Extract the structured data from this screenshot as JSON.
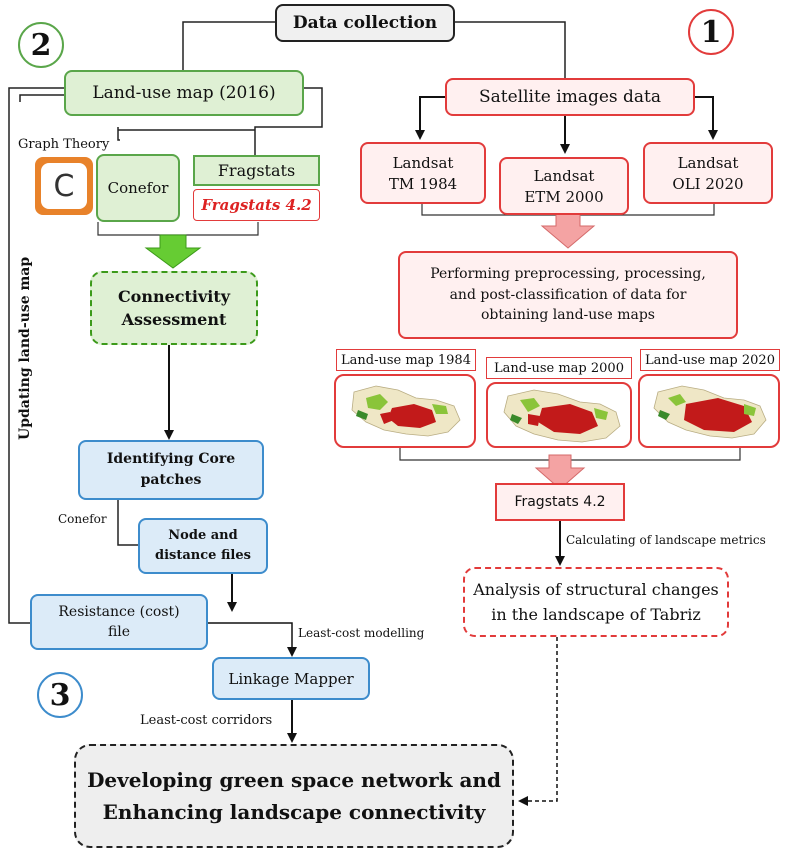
{
  "header": {
    "title": "Data collection"
  },
  "badges": {
    "one": "1",
    "two": "2",
    "three": "3"
  },
  "left": {
    "landuse_map": "Land-use map (2016)",
    "graph_theory": "Graph Theory",
    "conefor_logo": "C",
    "conefor": "Conefor",
    "fragstats": "Fragstats",
    "fragstats_logo": "Fragstats 4.2",
    "connectivity_line1": "Connectivity",
    "connectivity_line2": "Assessment",
    "core_line1": "Identifying Core",
    "core_line2": "patches",
    "conefor_label": "Conefor",
    "node_line1": "Node and",
    "node_line2": "distance files",
    "resistance_line1": "Resistance (cost)",
    "resistance_line2": "file",
    "least_cost_modelling": "Least-cost modelling",
    "linkage_mapper": "Linkage Mapper",
    "least_cost_corridors": "Least-cost corridors",
    "updating": "Updating land-use map"
  },
  "right": {
    "satellite": "Satellite images data",
    "tm_line1": "Landsat",
    "tm_line2": "TM 1984",
    "etm_line1": "Landsat",
    "etm_line2": "ETM 2000",
    "oli_line1": "Landsat",
    "oli_line2": "OLI 2020",
    "pre_line1": "Performing preprocessing, processing,",
    "pre_line2": "and post-classification of data for",
    "pre_line3": "obtaining land-use maps",
    "map1984": "Land-use map 1984",
    "map2000": "Land-use map 2000",
    "map2020": "Land-use map 2020",
    "fragstats": "Fragstats 4.2",
    "calc": "Calculating of landscape metrics",
    "analysis_line1": "Analysis of structural changes",
    "analysis_line2": "in the landscape of Tabriz"
  },
  "final": {
    "line1": "Developing green space network and",
    "line2": "Enhancing landscape connectivity"
  },
  "colors": {
    "green_fill": "#dff0d4",
    "green_border": "#5aa64a",
    "red_fill": "#fff0f0",
    "red_border": "#e23b3b",
    "blue_fill": "#dcebf8",
    "blue_border": "#3d8ccc",
    "arrow_green": "#66cc33",
    "arrow_pink": "#f4a3a3"
  }
}
